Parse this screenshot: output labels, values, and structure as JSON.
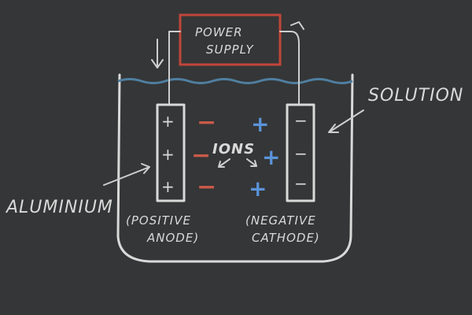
{
  "diagram": {
    "power_supply": [
      "POWER",
      "SUPPLY"
    ],
    "label_solution": "SOLUTION",
    "label_aluminium": "ALUMINIUM",
    "label_ions": "IONS",
    "anode_caption": [
      "(POSITIVE",
      "ANODE)"
    ],
    "cathode_caption": [
      "(NEGATIVE",
      "CATHODE)"
    ],
    "anode_signs": [
      "+",
      "+",
      "+"
    ],
    "cathode_signs": [
      "−",
      "−",
      "−"
    ],
    "negative_ions": [
      "−",
      "−",
      "−"
    ],
    "positive_ions": [
      "+",
      "+",
      "+"
    ],
    "colors": {
      "board": "#353637",
      "chalk": "#d9d9d9",
      "power_box": "#c0463a",
      "negative_ion": "#c85a48",
      "positive_ion": "#5b93d9",
      "liquid": "#4f7fa0"
    }
  }
}
